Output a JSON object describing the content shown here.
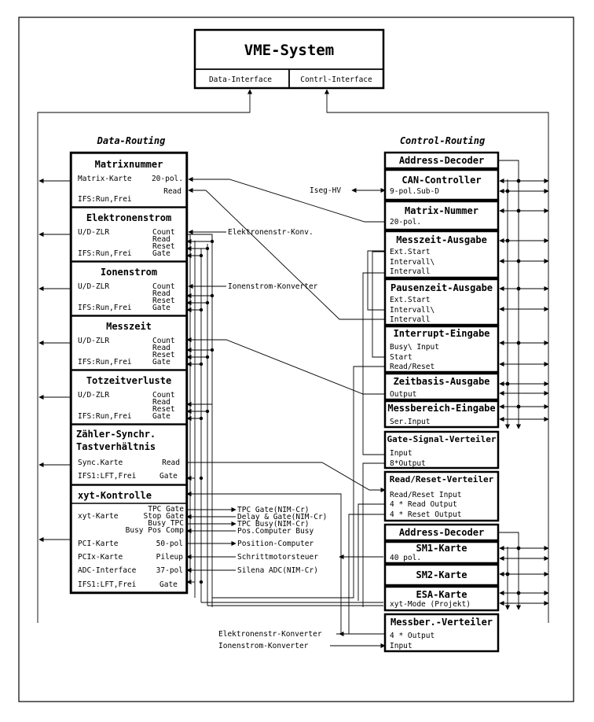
{
  "vme": {
    "title": "VME-System",
    "data_interface": "Data-Interface",
    "control_interface": "Contrl-Interface"
  },
  "headings": {
    "data_routing": "Data-Routing",
    "control_routing": "Control-Routing"
  },
  "left_blocks": {
    "matrixnummer": {
      "title": "Matrixnummer",
      "matrix_karte": "Matrix-Karte",
      "pol20": "20-pol.",
      "read": "Read",
      "ifs": "IFS:Run,Frei"
    },
    "elektronenstrom": {
      "title": "Elektronenstrom",
      "udzlr": "U/D-ZLR",
      "count": "Count",
      "read": "Read",
      "reset": "Reset",
      "ifs": "IFS:Run,Frei",
      "gate": "Gate"
    },
    "ionenstrom": {
      "title": "Ionenstrom",
      "udzlr": "U/D-ZLR",
      "count": "Count",
      "read": "Read",
      "reset": "Reset",
      "ifs": "IFS:Run,Frei",
      "gate": "Gate"
    },
    "messzeit": {
      "title": "Messzeit",
      "udzlr": "U/D-ZLR",
      "count": "Count",
      "read": "Read",
      "reset": "Reset",
      "ifs": "IFS:Run,Frei",
      "gate": "Gate"
    },
    "totzeitverluste": {
      "title": "Totzeitverluste",
      "udzlr": "U/D-ZLR",
      "count": "Count",
      "read": "Read",
      "reset": "Reset",
      "ifs": "IFS:Run,Frei",
      "gate": "Gate"
    },
    "zaehler": {
      "title1": "Zähler-Synchr.",
      "title2": "Tastverhältnis",
      "sync_karte": "Sync.Karte",
      "read": "Read",
      "ifs": "IFS1:LFT,Frei",
      "gate": "Gate"
    },
    "xyt": {
      "title": "xyt-Kontrolle",
      "tpc_gate": "TPC Gate",
      "xyt_karte": "xyt-Karte",
      "stop_gate": "Stop Gate",
      "busy_tpc": "Busy TPC",
      "busy_pos_comp": "Busy Pos Comp",
      "pci_karte": "PCI-Karte",
      "pol50": "50-pol",
      "pcix_karte": "PCIx-Karte",
      "pileup": "Pileup",
      "adc_interface": "ADC-Interface",
      "pol37": "37-pol",
      "ifs": "IFS1:LFT,Frei",
      "gate": "Gate"
    }
  },
  "signals": {
    "elektronenstr_konv": "Elektronenstr-Konv.",
    "ionenstrom_konverter": "Ionenstrom-Konverter",
    "tpc_gate_nim": "TPC Gate(NIM-Cr)",
    "delay_gate_nim": "Delay & Gate(NIM-Cr)",
    "tpc_busy_nim": "TPC Busy(NIM-Cr)",
    "pos_computer_busy": "Pos.Computer Busy",
    "position_computer": "Position-Computer",
    "schrittmotorsteuer": "Schrittmotorsteuer",
    "silena_adc": "Silena ADC(NIM-Cr)",
    "iseg_hv": "Iseg-HV",
    "elektronenstr_konverter": "Elektronenstr-Konverter",
    "ionenstrom_konverter2": "Ionenstrom-Konverter"
  },
  "right_blocks": {
    "address_decoder1": {
      "title": "Address-Decoder"
    },
    "can": {
      "title": "CAN-Controller",
      "sub": "9-pol.Sub-D"
    },
    "matrix_nummer": {
      "title": "Matrix-Nummer",
      "sub": "20-pol."
    },
    "messzeit_ausgabe": {
      "title": "Messzeit-Ausgabe",
      "l1": "Ext.Start",
      "l2": "Intervall\\",
      "l3": "Intervall"
    },
    "pausenzeit_ausgabe": {
      "title": "Pausenzeit-Ausgabe",
      "l1": "Ext.Start",
      "l2": "Intervall\\",
      "l3": "Intervall"
    },
    "interrupt_eingabe": {
      "title": "Interrupt-Eingabe",
      "l1": "Busy\\ Input",
      "l2": "Start",
      "l3": "Read/Reset"
    },
    "zeitbasis_ausgabe": {
      "title": "Zeitbasis-Ausgabe",
      "l1": "Output"
    },
    "messbereich_eingabe": {
      "title": "Messbereich-Eingabe",
      "l1": "Ser.Input"
    },
    "gate_signal_verteiler": {
      "title": "Gate-Signal-Verteiler",
      "l1": "Input",
      "l2": "8*Output"
    },
    "read_reset_verteiler": {
      "title": "Read/Reset-Verteiler",
      "l1": "Read/Reset Input",
      "l2": "4 * Read Output",
      "l3": "4 * Reset Output"
    },
    "address_decoder2": {
      "title": "Address-Decoder"
    },
    "sm1": {
      "title": "SM1-Karte",
      "sub": "40 pol."
    },
    "sm2": {
      "title": "SM2-Karte"
    },
    "esa": {
      "title": "ESA-Karte",
      "sub": "xyt-Mode (Projekt)"
    },
    "messber_verteiler": {
      "title": "Messber.-Verteiler",
      "l1": "4 * Output",
      "l2": "Input"
    }
  }
}
